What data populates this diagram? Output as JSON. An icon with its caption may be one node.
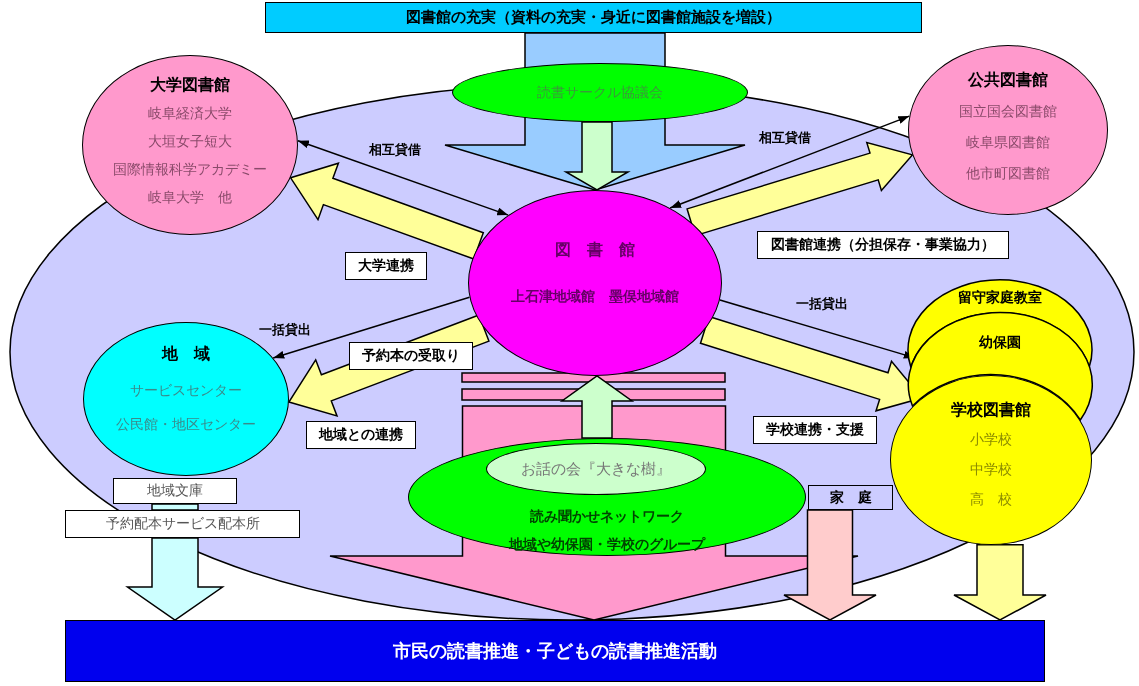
{
  "diagram": {
    "nodes": [
      {
        "text": [
          "図書館の充実（資料の充実・身近に図書館施設を増設）"
        ]
      },
      {
        "text": [
          "大学図書館",
          "岐阜経済大学",
          "大垣女子短大",
          "国際情報科学アカデミー",
          "岐阜大学　他"
        ]
      },
      {
        "text": [
          "読書サークル協議会"
        ]
      },
      {
        "text": [
          "公共図書館",
          "国立国会図書館",
          "岐阜県図書館",
          "他市町図書館"
        ]
      },
      {
        "text": [
          "図　書　館",
          "上石津地域館　墨俣地域館"
        ]
      },
      {
        "text": [
          "地　域",
          "サービスセンター",
          "公民館・地区センター"
        ]
      },
      {
        "text": [
          "地域文庫"
        ]
      },
      {
        "text": [
          "予約配本サービス配本所"
        ]
      },
      {
        "text": [
          "留守家庭教室"
        ]
      },
      {
        "text": [
          "幼保園"
        ]
      },
      {
        "text": [
          "学校図書館",
          "小学校",
          "中学校",
          "高　校"
        ]
      },
      {
        "text": [
          "読み聞かせネットワーク",
          "地域や幼保園・学校のグループ"
        ]
      },
      {
        "text": [
          "お話の会『大きな樹』"
        ],
        "in": 11
      },
      {
        "text": [
          "家　庭"
        ]
      },
      {
        "text": [
          "市民の読書推進・子どもの読書推進活動"
        ]
      },
      {
        "text": [
          "大学連携"
        ]
      },
      {
        "text": [
          "図書館連携（分担保存・事業協力）"
        ]
      },
      {
        "text": [
          "予約本の受取り"
        ]
      },
      {
        "text": [
          "地域との連携"
        ]
      },
      {
        "text": [
          "学校連携・支援"
        ]
      }
    ],
    "edges": [
      {
        "from": 0,
        "to": 4,
        "arrow": "to",
        "style": "thick",
        "color": "#99ccff"
      },
      {
        "from": 2,
        "to": 4,
        "arrow": "to",
        "style": "thick",
        "color": "#ccffcc"
      },
      {
        "from": 1,
        "to": 4,
        "arrow": "both",
        "label": "相互貸借"
      },
      {
        "from": 4,
        "to": 1,
        "arrow": "to",
        "style": "thick",
        "color": "#ffff99"
      },
      {
        "from": 4,
        "to": 3,
        "arrow": "both",
        "label": "相互貸借"
      },
      {
        "from": 4,
        "to": 3,
        "arrow": "to",
        "style": "thick",
        "color": "#ffff99"
      },
      {
        "from": 4,
        "to": 5,
        "arrow": "to",
        "label": "一括貸出"
      },
      {
        "from": 4,
        "to": 5,
        "arrow": "to",
        "style": "thick",
        "color": "#ffff99"
      },
      {
        "from": 4,
        "to": 9,
        "arrow": "to",
        "label": "一括貸出"
      },
      {
        "from": 4,
        "to": 10,
        "arrow": "to",
        "style": "thick",
        "color": "#ffff99"
      },
      {
        "from": 11,
        "to": 4,
        "arrow": "to",
        "style": "thick",
        "color": "#ccffcc"
      },
      {
        "from": 11,
        "to": 14,
        "arrow": "to",
        "style": "thick",
        "color": "#ff99cc"
      },
      {
        "from": 13,
        "to": 14,
        "arrow": "to",
        "style": "thick",
        "color": "#ffcccc"
      },
      {
        "from": 10,
        "to": 14,
        "arrow": "to",
        "style": "thick",
        "color": "#ffff99"
      },
      {
        "from": 6,
        "to": 7,
        "arrow": "none",
        "style": "thick",
        "color": "#ccffff"
      },
      {
        "from": 7,
        "to": 14,
        "arrow": "to",
        "style": "thick",
        "color": "#ccffff"
      }
    ]
  }
}
